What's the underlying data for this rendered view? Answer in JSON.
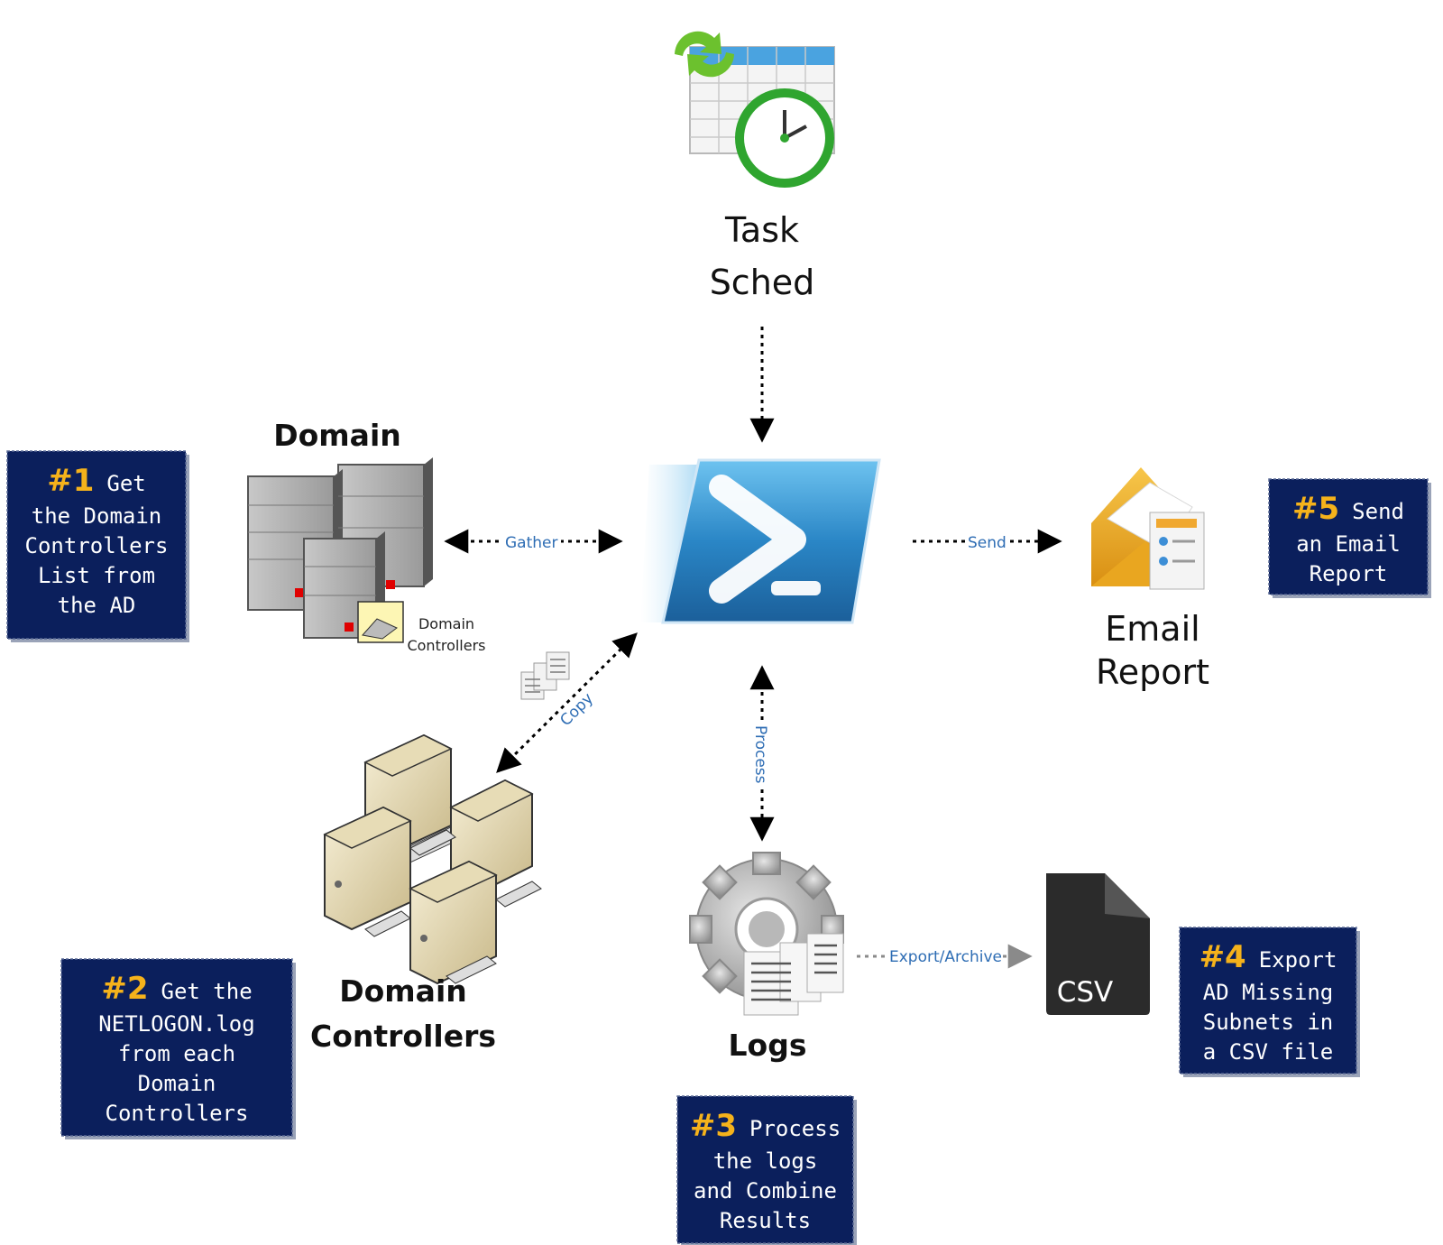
{
  "nodes": {
    "task_sched": {
      "line1": "Task",
      "line2": "Sched"
    },
    "domain": {
      "title": "Domain",
      "sub_line1": "Domain",
      "sub_line2": "Controllers"
    },
    "dcs": {
      "line1": "Domain",
      "line2": "Controllers"
    },
    "email": {
      "line1": "Email",
      "line2": "Report"
    },
    "logs": {
      "label": "Logs"
    },
    "csv": {
      "label": "CSV"
    }
  },
  "edges": {
    "gather": "Gather",
    "send": "Send",
    "copy": "Copy",
    "process": "Process",
    "export": "Export/Archive"
  },
  "steps": [
    {
      "num": "#1",
      "lines": [
        "Get",
        "the Domain",
        "Controllers",
        "List from",
        "the AD"
      ]
    },
    {
      "num": "#2",
      "lines": [
        "Get the",
        "NETLOGON.log",
        "from each",
        "Domain",
        "Controllers"
      ]
    },
    {
      "num": "#3",
      "lines": [
        "Process",
        "the logs",
        "and Combine",
        "Results"
      ]
    },
    {
      "num": "#4",
      "lines": [
        "Export",
        "AD Missing",
        "Subnets in",
        "a CSV file"
      ]
    },
    {
      "num": "#5",
      "lines": [
        "Send",
        "an Email",
        "Report"
      ]
    }
  ],
  "colors": {
    "step_box": "#0b1f5c",
    "step_num": "#f5b21b",
    "edge_label": "#2e6db4",
    "powershell": "#2a86c6"
  }
}
